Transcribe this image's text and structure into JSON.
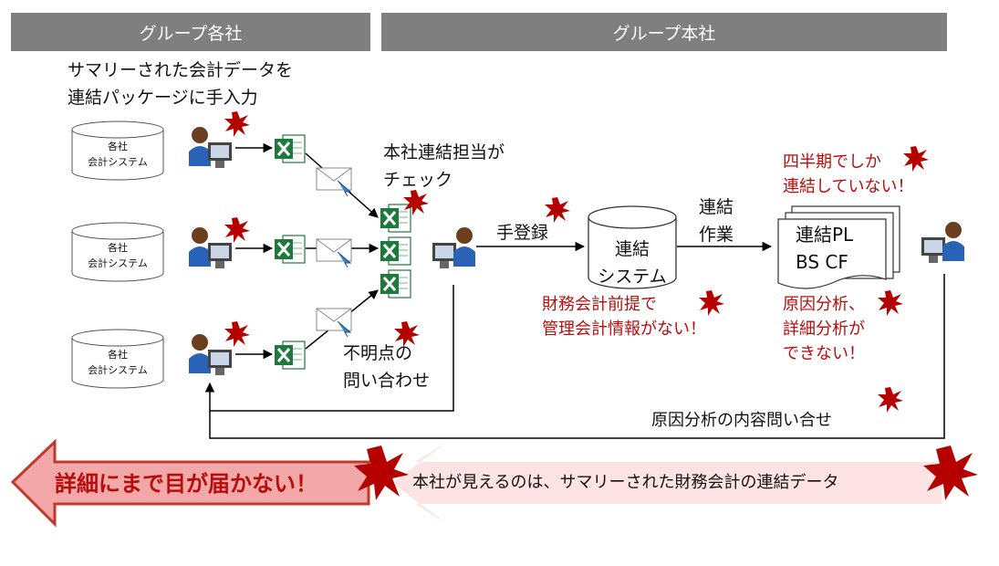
{
  "headers": {
    "group_companies": "グループ各社",
    "group_hq": "グループ本社"
  },
  "notes": {
    "summary_input": [
      "サマリーされた会計データを",
      "連結パッケージに手入力"
    ],
    "hq_check": [
      "本社連結担当が",
      "チェック"
    ],
    "unclear_inquiry": [
      "不明点の",
      "問い合わせ"
    ],
    "manual_register": "手登録",
    "consolidation_work": [
      "連結",
      "作業"
    ],
    "cause_inquiry": "原因分析の内容問い合せ"
  },
  "systems": {
    "sub_system_label": [
      "各社",
      "会計システム"
    ],
    "consolidation_system": [
      "連結",
      "システム"
    ]
  },
  "reports": [
    "連結PL",
    "BS CF"
  ],
  "problems": {
    "quarterly_only": [
      "四半期でしか",
      "連結していない！"
    ],
    "no_mgmt_accounting": [
      "財務会計前提で",
      "管理会計情報がない！"
    ],
    "no_analysis": [
      "原因分析、",
      "詳細分析が",
      "できない！"
    ]
  },
  "banners": {
    "no_detail": "詳細にまで目が届かない！",
    "hq_view": "本社が見えるのは、サマリーされた財務会計の連結データ"
  },
  "colors": {
    "header_bg": "#7f7f7f",
    "problem_text": "#b80d0d",
    "burst": "#b50000",
    "left_arrow_fill": "#f2a8a8",
    "right_arrow_fill": "#fde3e3",
    "excel_green": "#1e7a3c"
  }
}
